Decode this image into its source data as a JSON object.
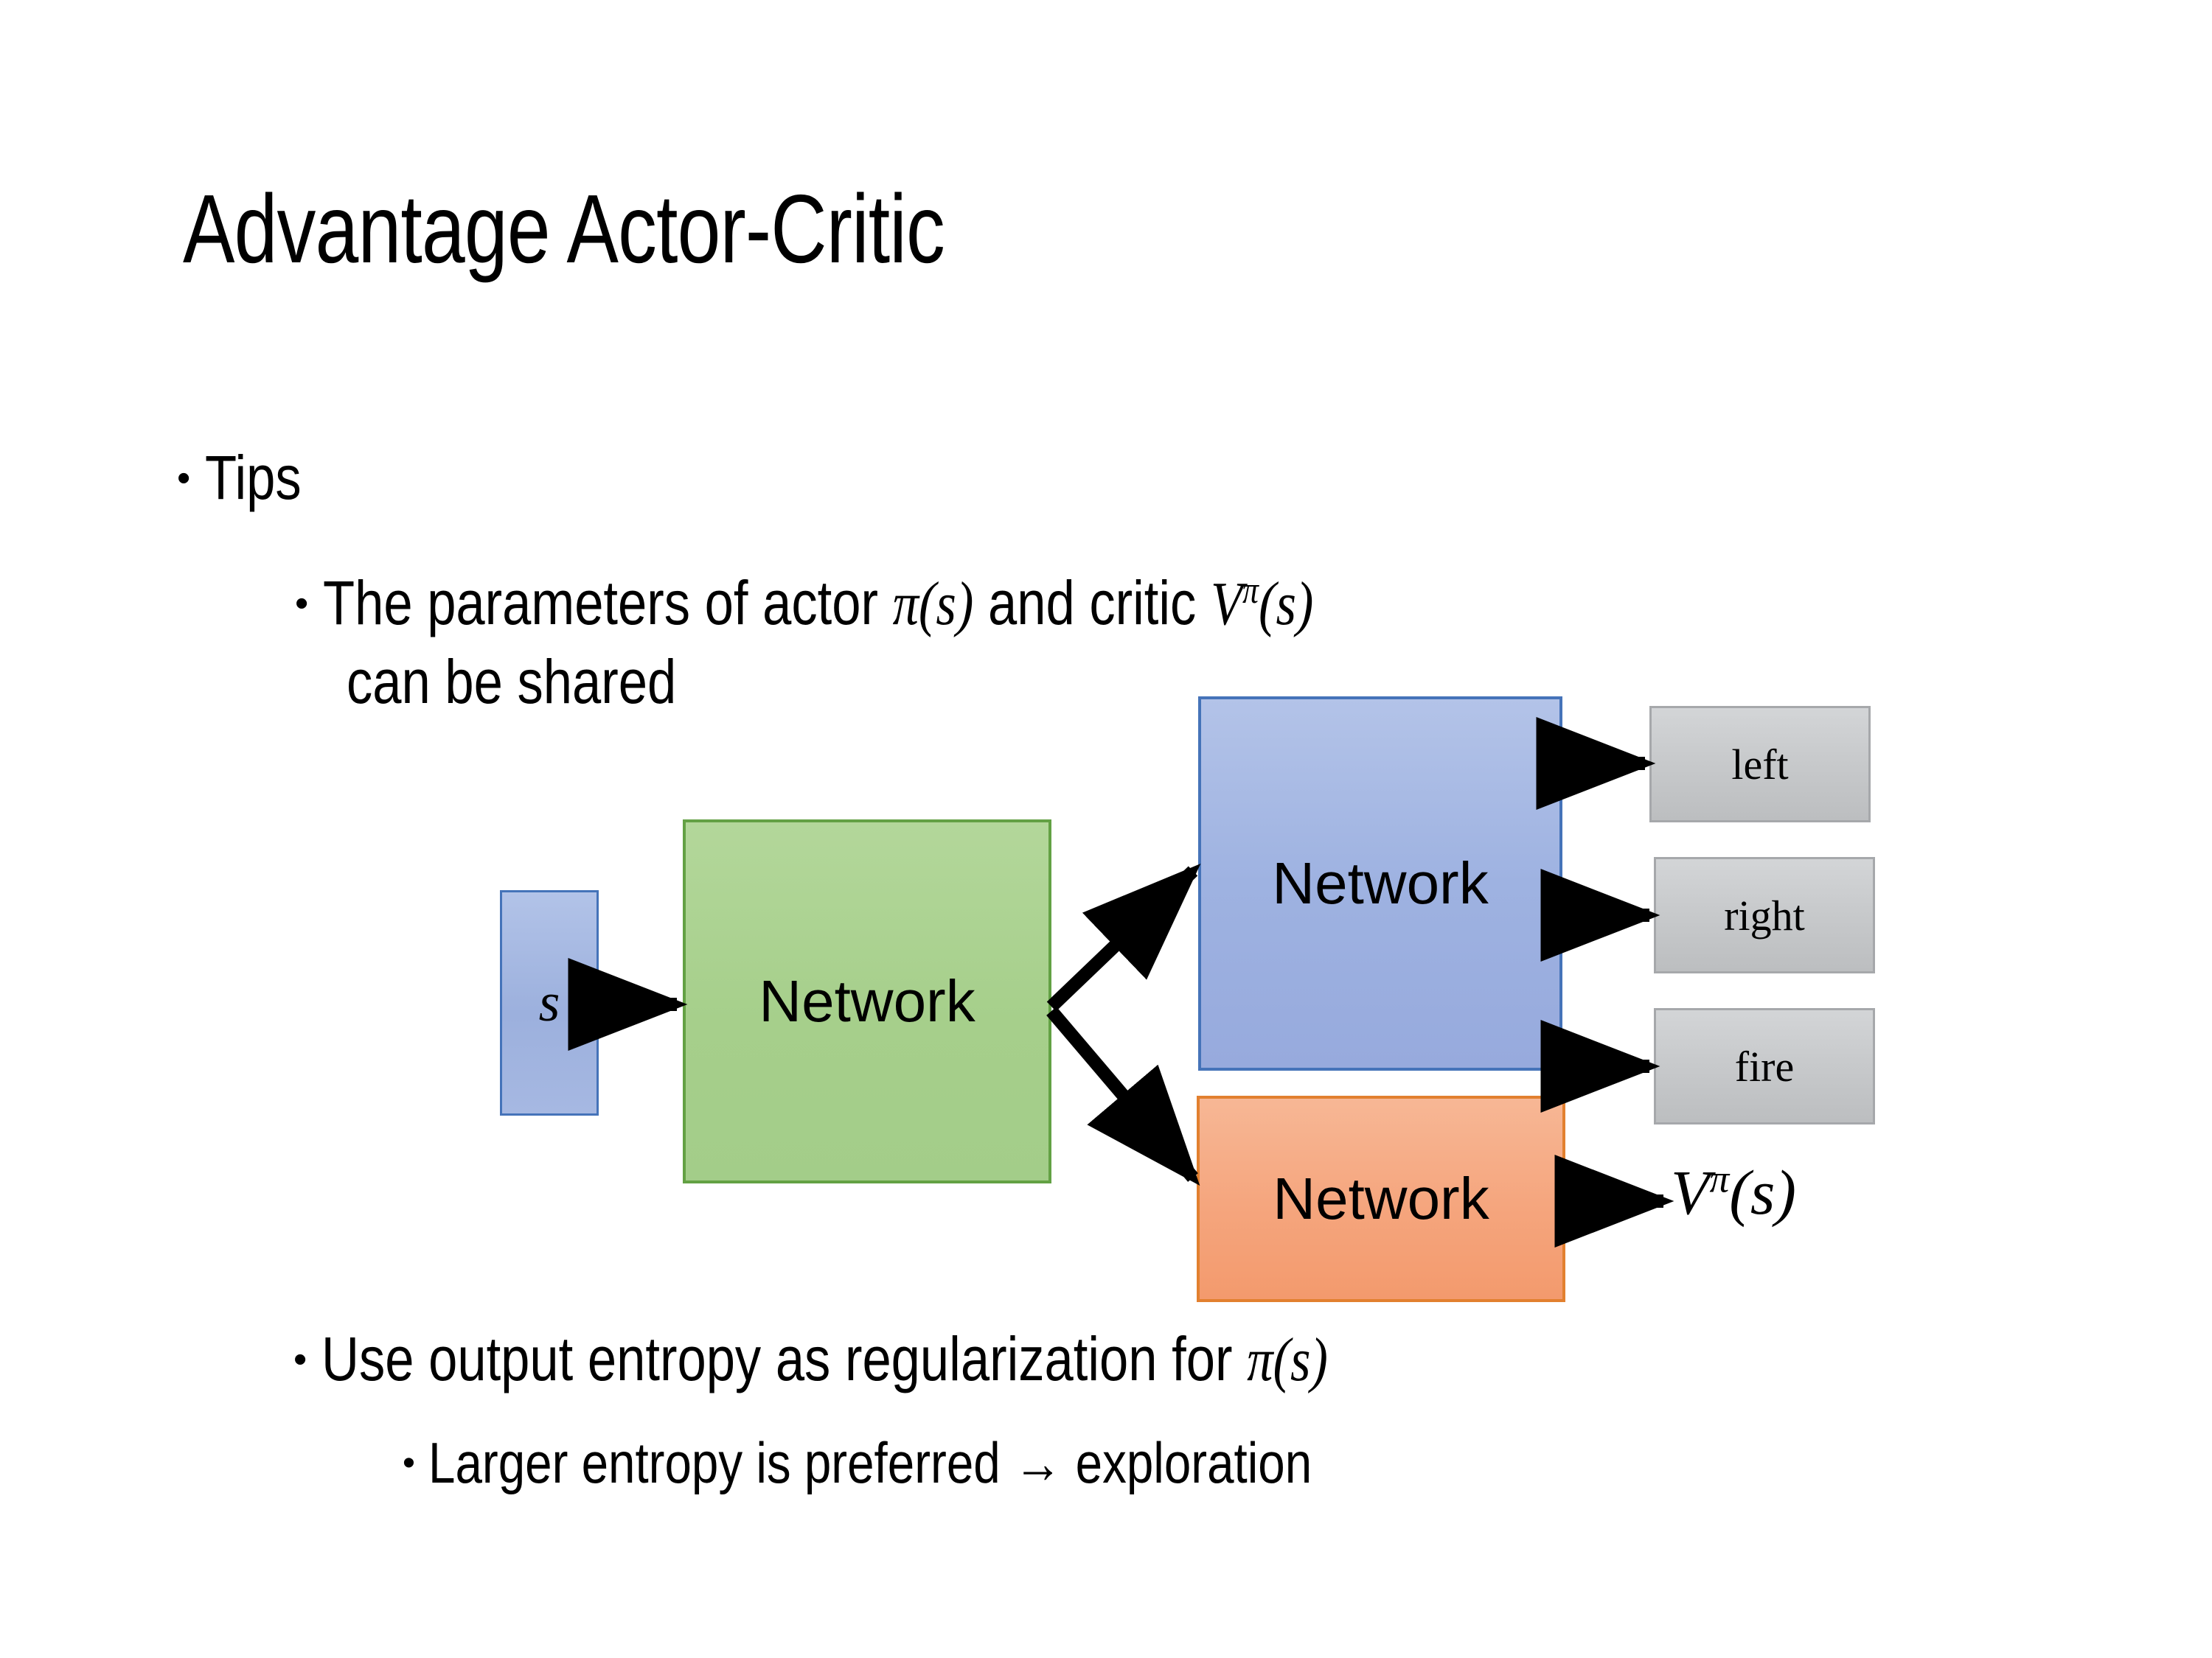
{
  "slide": {
    "title": "Advantage Actor-Critic",
    "background_color": "#FFFFFF",
    "text_color": "#000000"
  },
  "bullets": {
    "level1": {
      "marker": "•",
      "text": "Tips"
    },
    "level2_a": {
      "marker": "•",
      "line1_pre": "The parameters of actor ",
      "line1_math1": "π(s)",
      "line1_mid": "  and critic ",
      "line1_math2_base": "V",
      "line1_math2_sup": "π",
      "line1_math2_post": "(s)",
      "line2": "can be shared"
    },
    "level2_b": {
      "marker": "•",
      "pre": "Use output entropy as regularization for ",
      "math": "π(s)"
    },
    "level3": {
      "marker": "•",
      "text": "Larger entropy is preferred → exploration"
    }
  },
  "diagram": {
    "input_box": {
      "label": "s",
      "fill": "#9EB2E1",
      "border": "#4573B9"
    },
    "shared_network": {
      "label": "Network",
      "fill": "#A6CF8B",
      "border": "#63A144"
    },
    "actor_network": {
      "label": "Network",
      "fill": "#9EB2E1",
      "border": "#4573B9"
    },
    "critic_network": {
      "label": "Network",
      "fill": "#F5A57D",
      "border": "#E2802F"
    },
    "actions": [
      {
        "label": "left",
        "fill": "#C8CACC",
        "border": "#A6A8AB"
      },
      {
        "label": "right",
        "fill": "#C8CACC",
        "border": "#A6A8AB"
      },
      {
        "label": "fire",
        "fill": "#C8CACC",
        "border": "#A6A8AB"
      }
    ],
    "critic_output": {
      "base": "V",
      "sup": "π",
      "post": "(s)"
    },
    "arrow_color": "#000000"
  }
}
